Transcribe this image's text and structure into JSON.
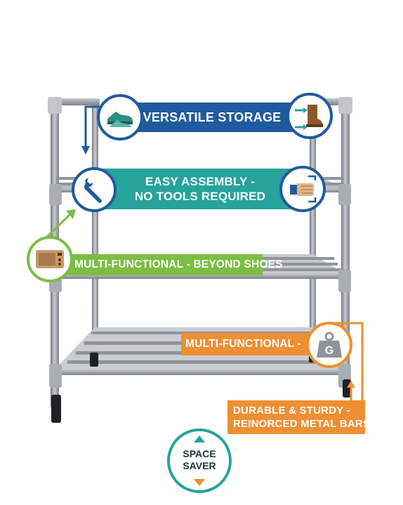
{
  "features": {
    "versatile_storage": "VERSATILE STORAGE",
    "easy_assembly_line1": "EASY ASSEMBLY -",
    "easy_assembly_line2": "NO TOOLS REQUIRED",
    "multi_functional_beyond": "MULTI-FUNCTIONAL - BEYOND SHOES",
    "multi_functional": "MULTI-FUNCTIONAL -",
    "durable_line1": "DURABLE & STURDY -",
    "durable_line2": "REINORCED METAL BARS"
  },
  "space_saver": {
    "line1": "SPACE",
    "line2": "SAVER"
  },
  "weight_badge_letter": "G",
  "colors": {
    "blue": "#205a9e",
    "teal": "#26a39b",
    "green": "#7cbd44",
    "orange": "#ee8f33",
    "frame": "#9aa0a6"
  },
  "icons": [
    "shoes-icon",
    "boot-icon",
    "wrench-icon",
    "hand-hold-icon",
    "microwave-icon",
    "weight-icon"
  ]
}
